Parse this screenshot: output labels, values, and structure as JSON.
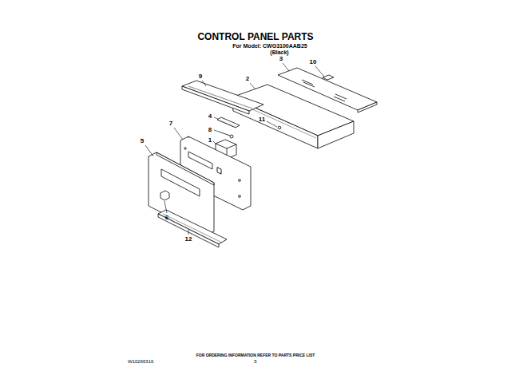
{
  "diagram": {
    "title": "CONTROL PANEL PARTS",
    "labels": [
      "For Model: CWG3100AAB25",
      "(Black)",
      "3",
      "10",
      "9",
      "2",
      "4",
      "11",
      "7",
      "8",
      "1",
      "5",
      "6",
      "12",
      "FOR ORDERING INFORMATION REFER TO PARTS PRICE LIST",
      "W10266316",
      "5"
    ]
  }
}
